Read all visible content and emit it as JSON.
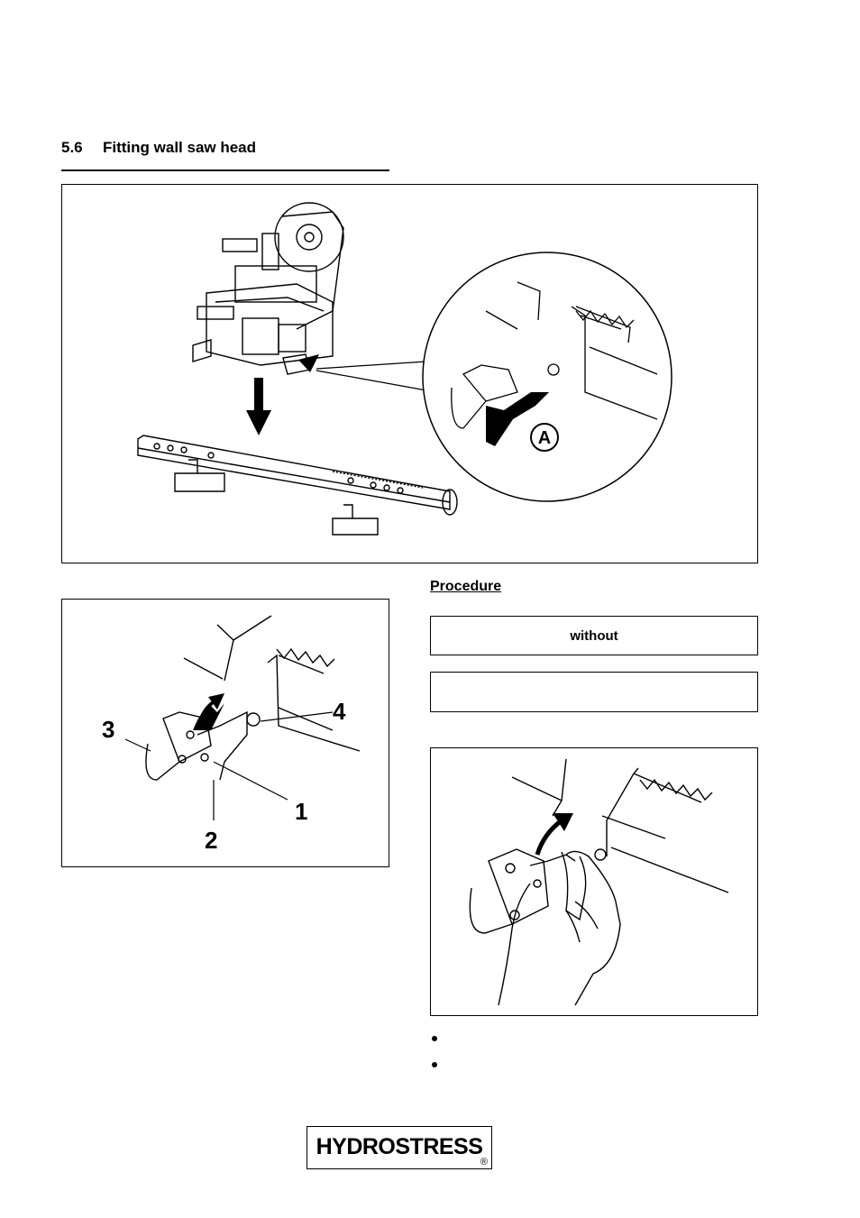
{
  "section": {
    "number": "5.6",
    "title": "Fitting wall saw head"
  },
  "figure_top": {
    "callout_label": "A"
  },
  "figure_left": {
    "labels": [
      "1",
      "2",
      "3",
      "4"
    ]
  },
  "procedure": {
    "heading": "Procedure"
  },
  "notes": {
    "note1": "without",
    "note2": ""
  },
  "logo": {
    "text": "HYDROSTRESS",
    "registered": "®"
  }
}
